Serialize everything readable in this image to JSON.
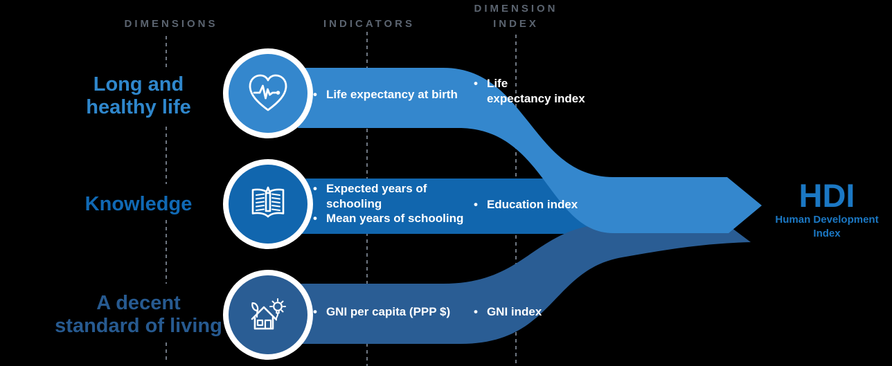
{
  "title": "Human Development Index composition diagram",
  "ui": {
    "bullet": "•"
  },
  "colors": {
    "background": "#000000",
    "band_health": "#3487cd",
    "band_knowledge": "#1166ae",
    "band_living": "#2a5d94",
    "header_text": "#5b6470",
    "label_health": "#2f87cc",
    "label_knowledge": "#1069b4",
    "label_living": "#275a90",
    "hdi_text": "#1b78c4",
    "band_text": "#ffffff",
    "dashed_line": "#6e7681"
  },
  "headers": {
    "dimensions": "DIMENSIONS",
    "indicators": "INDICATORS",
    "dimension_index": "DIMENSION\nINDEX"
  },
  "rows": [
    {
      "dimension": "Long and\nhealthy life",
      "icon": "heart-pulse",
      "indicators": [
        "Life expectancy at birth"
      ],
      "index": "Life\nexpectancy index"
    },
    {
      "dimension": "Knowledge",
      "icon": "open-book-pencil",
      "indicators": [
        "Expected years of\nschooling",
        "Mean years of schooling"
      ],
      "index": "Education index"
    },
    {
      "dimension": "A decent\nstandard of living",
      "icon": "house-leaf-bulb",
      "indicators": [
        "GNI per capita (PPP $)"
      ],
      "index": "GNI index"
    }
  ],
  "result": {
    "acronym": "HDI",
    "name": "Human Development\nIndex"
  }
}
